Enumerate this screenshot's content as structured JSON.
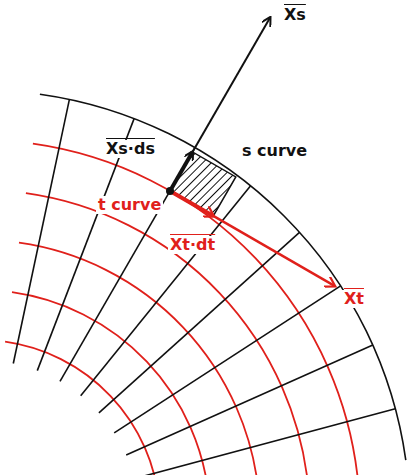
{
  "diagram": {
    "labels": [
      "Xs",
      "Xs·ds",
      "s curve",
      "t curve",
      "Xt·dt",
      "Xt"
    ]
  }
}
